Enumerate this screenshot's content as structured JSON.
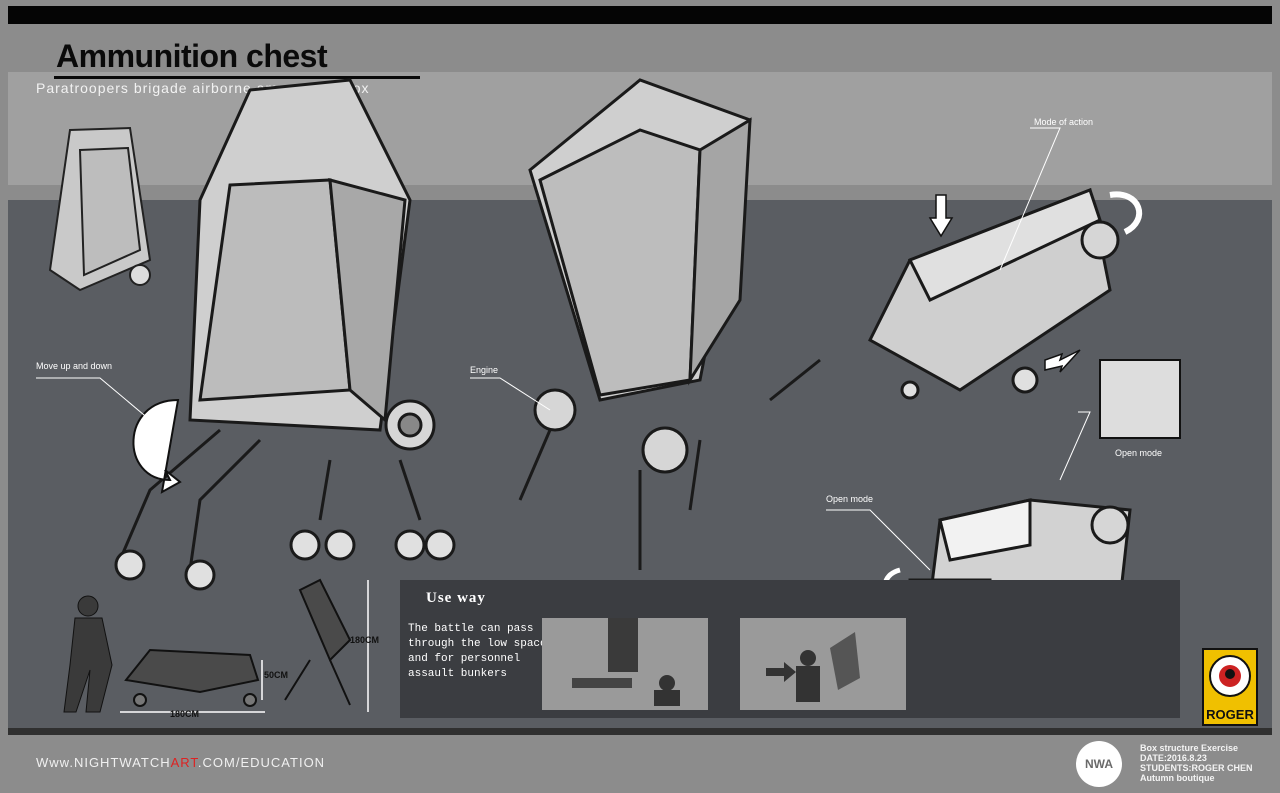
{
  "header": {
    "title": "Ammunition chest",
    "subtitle": "Paratroopers brigade airborne ammunition box"
  },
  "callouts": {
    "move_up_down": "Move up and down",
    "engine": "Engine",
    "mode_of_action": "Mode of action",
    "open_mode_top": "Open mode",
    "open_mode_bottom": "Open mode"
  },
  "dimensions": {
    "height": "180CM",
    "width": "180CM",
    "depth": "50CM"
  },
  "use_way": {
    "title": "Use way",
    "description": "The battle can pass through the low space and for personnel assault bunkers"
  },
  "footer": {
    "url_prefix": "Www.NIGHTWATCH",
    "url_highlight": "ART",
    "url_suffix": ".COM/EDUCATION",
    "logo_text": "NWA",
    "credit_1": "Box structure Exercise",
    "credit_2": "DATE:2016.8.23",
    "credit_3": "STUDENTS:ROGER CHEN",
    "credit_4": "Autumn boutique"
  },
  "badge": {
    "text": "ROGER"
  },
  "colors": {
    "accent": "#dd2222",
    "badge": "#f0c000"
  }
}
